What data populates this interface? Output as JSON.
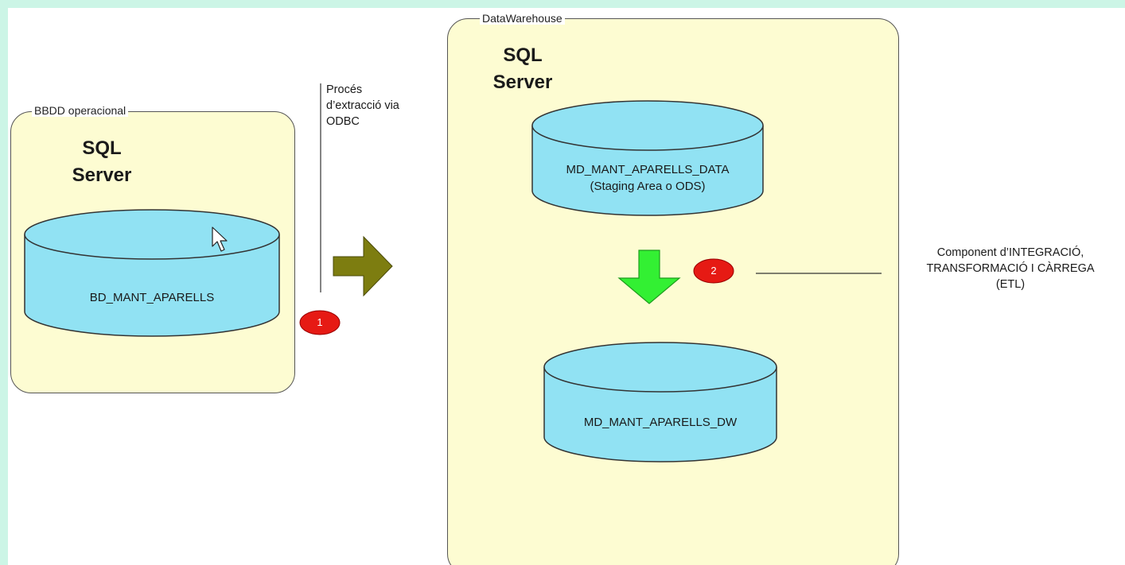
{
  "operational": {
    "group_label": "BBDD operacional",
    "engine_line1": "SQL",
    "engine_line2": "Server",
    "database": "BD_MANT_APARELLS"
  },
  "warehouse": {
    "group_label": "DataWarehouse",
    "engine_line1": "SQL",
    "engine_line2": "Server",
    "staging_db_line1": "MD_MANT_APARELLS_DATA",
    "staging_db_line2": "(Staging Area o ODS)",
    "dw_db": "MD_MANT_APARELLS_DW"
  },
  "extraction_note": {
    "line1": "Procés",
    "line2": "d’extracció via",
    "line3": "ODBC"
  },
  "etl_note": {
    "line1": "Component d’INTEGRACIÓ,",
    "line2": "TRANSFORMACIÓ I CÀRREGA",
    "line3": "(ETL)"
  },
  "markers": {
    "step1": "1",
    "step2": "2"
  },
  "colors": {
    "box_fill": "#fdfcd2",
    "cylinder_fill": "#91e2f3",
    "extraction_arrow": "#7d7d10",
    "etl_arrow": "#33f033",
    "marker_fill": "#e61a14",
    "page_border": "#ccf5e6"
  },
  "icons": {
    "pointer": "mouse-pointer-icon",
    "extraction_arrow": "right-arrow-icon",
    "etl_arrow": "down-arrow-icon"
  }
}
